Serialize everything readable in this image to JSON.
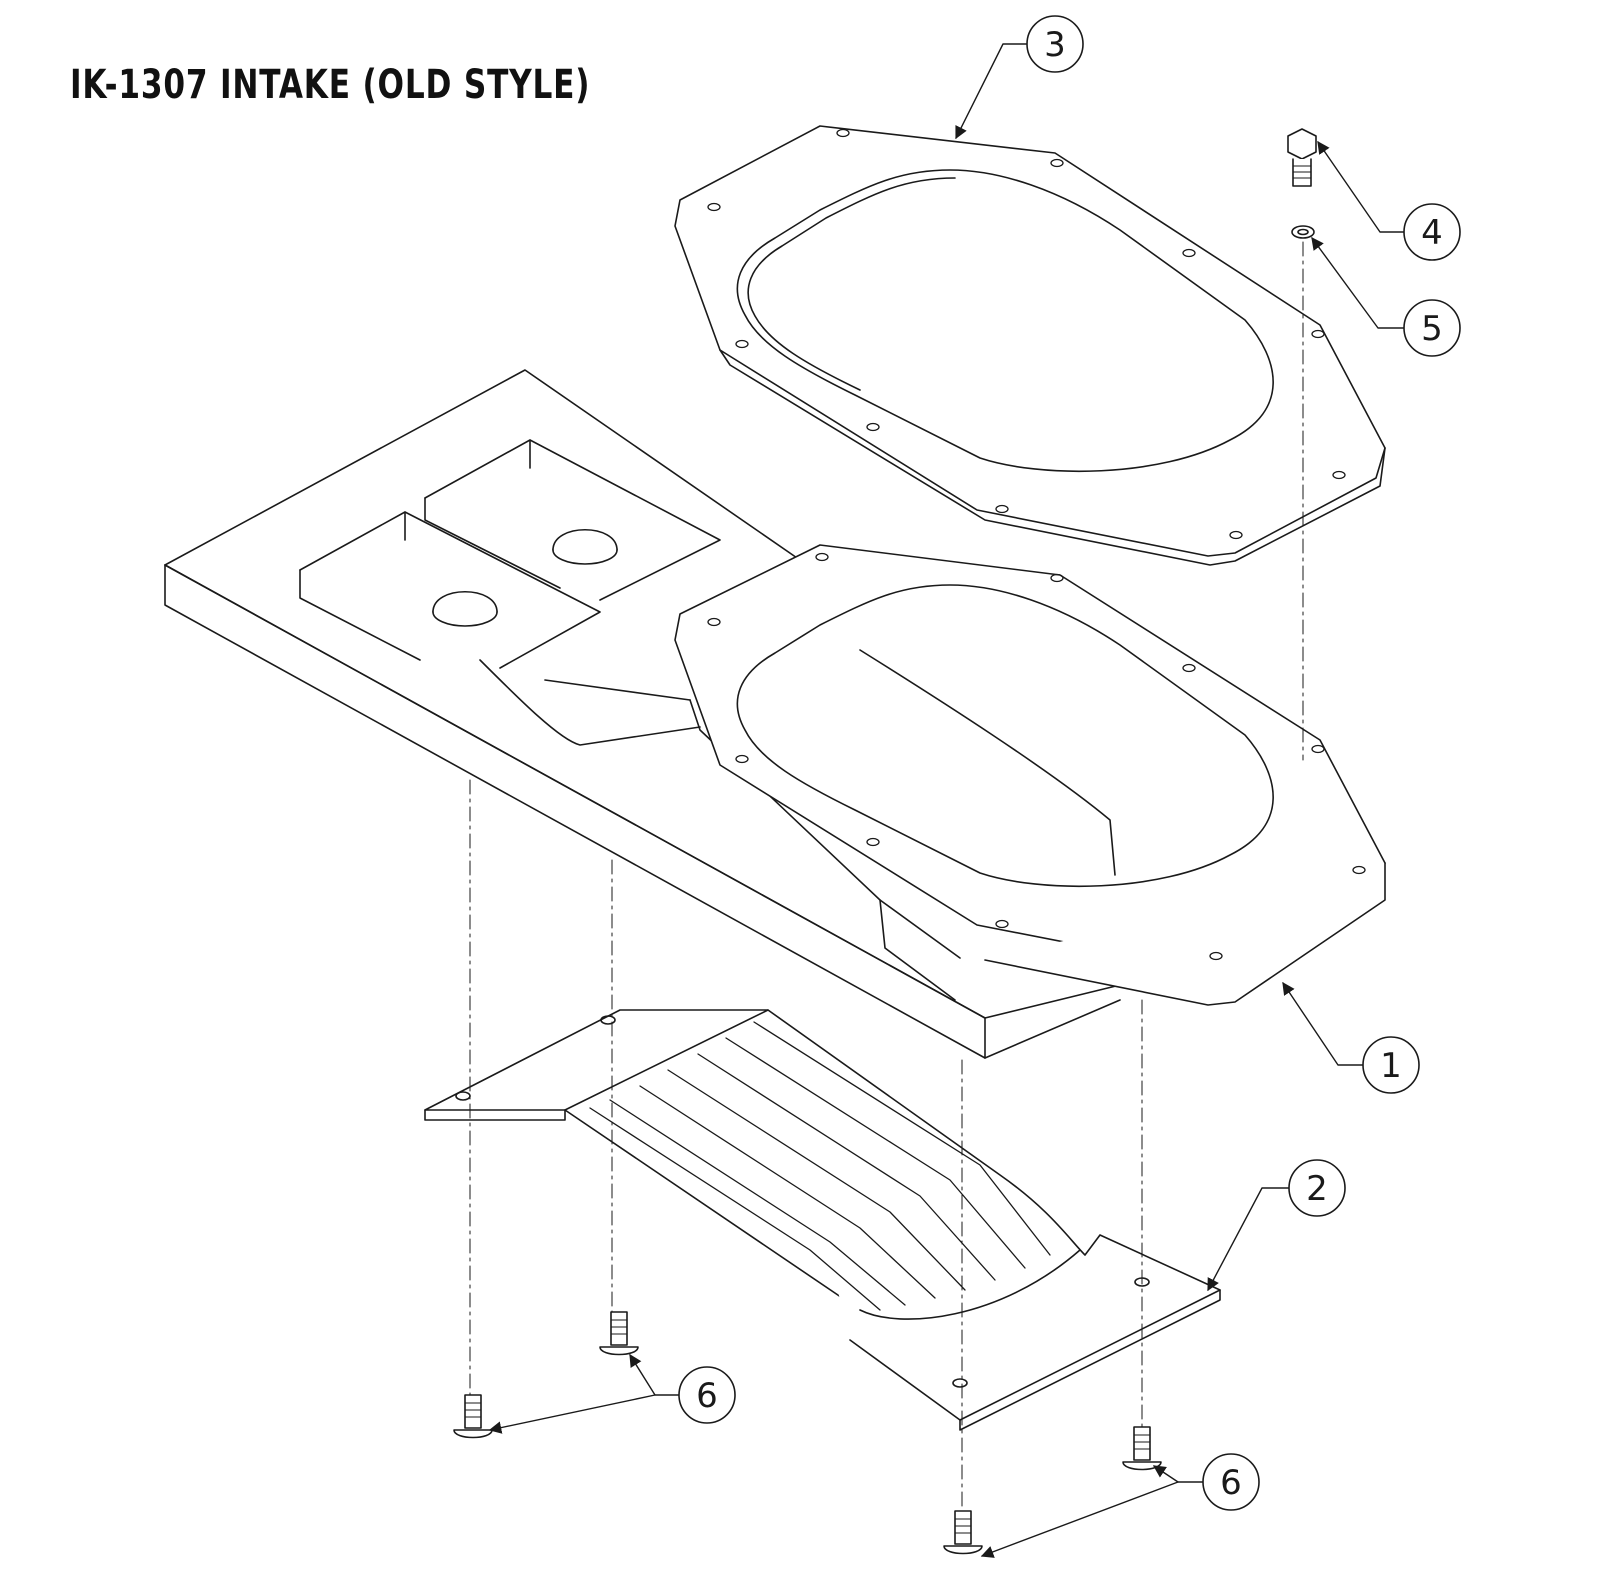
{
  "title": "IK-1307 INTAKE (OLD STYLE)",
  "callouts": [
    {
      "id": "callout-3",
      "label": "3"
    },
    {
      "id": "callout-4",
      "label": "4"
    },
    {
      "id": "callout-5",
      "label": "5"
    },
    {
      "id": "callout-1",
      "label": "1"
    },
    {
      "id": "callout-2",
      "label": "2"
    },
    {
      "id": "callout-6a",
      "label": "6"
    },
    {
      "id": "callout-6b",
      "label": "6"
    }
  ],
  "colors": {
    "line": "#1a1a1a",
    "background": "#ffffff"
  }
}
